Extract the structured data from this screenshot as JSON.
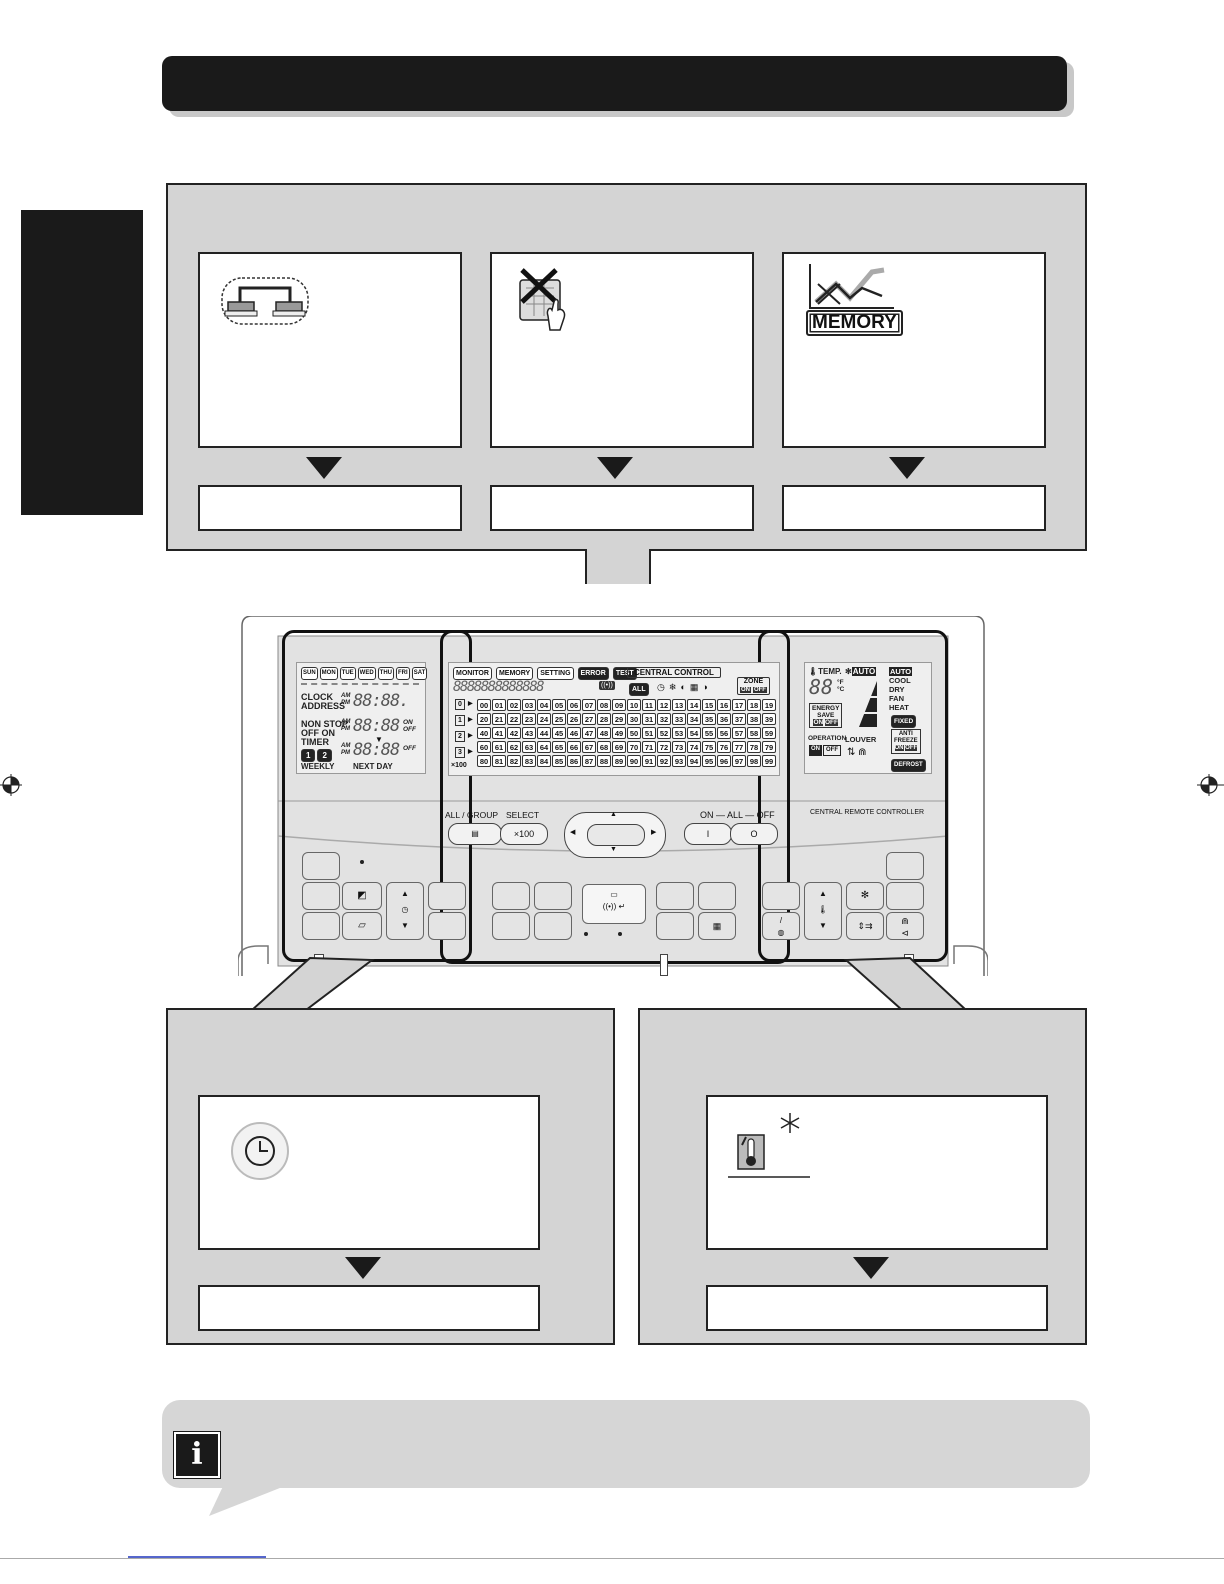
{
  "controller": {
    "days": [
      "SUN",
      "MON",
      "TUE",
      "WED",
      "THU",
      "FRI",
      "SAT"
    ],
    "clock_label_1": "CLOCK",
    "clock_label_2": "ADDRESS",
    "am": "AM",
    "pm": "PM",
    "digits_clock": "88:88.",
    "nonstop": "NON STOP",
    "offon": "OFF ON",
    "timer": "TIMER",
    "weekly": "WEEKLY",
    "prog_1": "1",
    "prog_2": "2",
    "digits_on": "88:88",
    "digits_off": "88:88",
    "on": "ON",
    "off": "OFF",
    "next_day": "NEXT DAY",
    "tags": [
      "MONITOR",
      "MEMORY",
      "SETTING",
      "ERROR",
      "TEST"
    ],
    "central_control": "CENTRAL CONTROL",
    "all": "ALL",
    "zone": "ZONE",
    "zone_on": "ON",
    "zone_off": "OFF",
    "segment_digits": "8888888888888",
    "x100": "×100",
    "row_labels": [
      "0",
      "1",
      "2",
      "3"
    ],
    "temp": "TEMP.",
    "temp_digits": "88",
    "deg_f": "°F",
    "deg_c": "°C",
    "fan_auto": "AUTO",
    "energy_1": "ENERGY",
    "energy_2": "SAVE",
    "energy_on": "ON",
    "energy_off": "OFF",
    "modes": [
      "AUTO",
      "COOL",
      "DRY",
      "FAN",
      "HEAT"
    ],
    "fixed": "FIXED",
    "operation": "OPERATION",
    "louver": "LOUVER",
    "anti_1": "ANTI",
    "anti_2": "FREEZE",
    "anti_on": "ON",
    "anti_off": "OFF",
    "defrost": "DEFROST",
    "op_on": "ON",
    "op_off": "OFF",
    "all_group": "ALL / GROUP",
    "select": "SELECT",
    "x100_btn": "×100",
    "on_all_off": "ON — ALL — OFF",
    "btn_on_glyph": "I",
    "btn_off_glyph": "O",
    "brand": "CENTRAL REMOTE CONTROLLER"
  },
  "memory_badge": "MEMORY",
  "info_icon": "i",
  "colors": {
    "panel": "#d4d4d4",
    "dark": "#1a1a1a"
  }
}
